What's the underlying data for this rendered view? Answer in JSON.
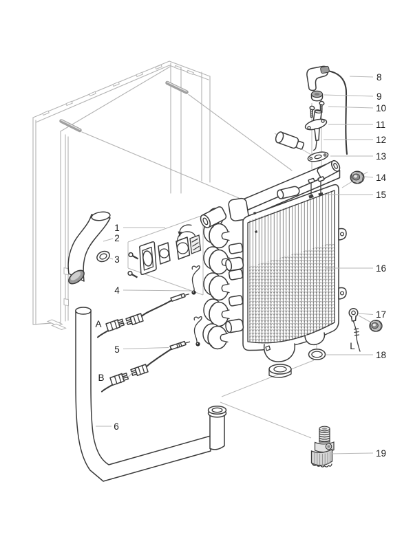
{
  "figure": {
    "type": "exploded-parts-diagram",
    "colors": {
      "line": "#3a3a3a",
      "light_line": "#b6b6b6",
      "label": "#1a1a1a",
      "background": "#ffffff"
    },
    "callouts": [
      {
        "label": "1"
      },
      {
        "label": "2"
      },
      {
        "label": "3"
      },
      {
        "label": "4"
      },
      {
        "label": "5"
      },
      {
        "label": "6"
      },
      {
        "label": "8"
      },
      {
        "label": "9"
      },
      {
        "label": "10"
      },
      {
        "label": "11"
      },
      {
        "label": "12"
      },
      {
        "label": "13"
      },
      {
        "label": "14"
      },
      {
        "label": "15"
      },
      {
        "label": "16"
      },
      {
        "label": "17"
      },
      {
        "label": "18"
      },
      {
        "label": "19"
      },
      {
        "label": "A"
      },
      {
        "label": "B"
      },
      {
        "label": "L"
      }
    ]
  }
}
